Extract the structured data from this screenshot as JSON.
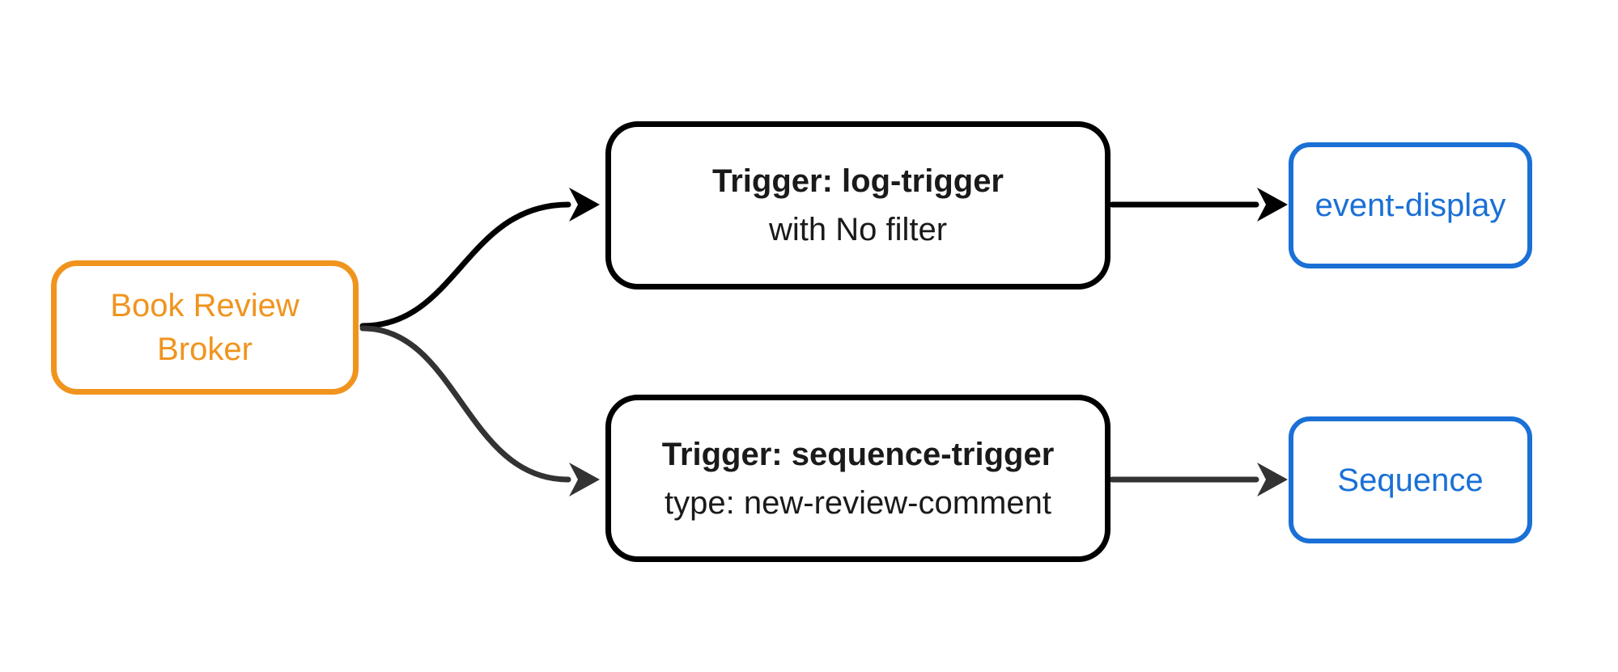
{
  "colors": {
    "orange": "#F0941E",
    "blue": "#1A70D6",
    "edge-black": "#000000",
    "edge-gray": "#333333",
    "node-text": "#1a1a1a",
    "background": "#ffffff"
  },
  "diagram": {
    "type": "flowchart",
    "direction": "left-to-right",
    "nodes": {
      "broker": {
        "line1": "Book Review",
        "line2": "Broker",
        "shape": "rounded-rect",
        "accent": "#F0941E"
      },
      "log_trigger": {
        "title": "Trigger: log-trigger",
        "subtitle": "with No filter",
        "shape": "rounded-rect",
        "accent": "#000000"
      },
      "sequence_trigger": {
        "title": "Trigger: sequence-trigger",
        "subtitle": "type: new-review-comment",
        "shape": "rounded-rect",
        "accent": "#000000"
      },
      "event_display": {
        "label": "event-display",
        "shape": "rounded-rect",
        "accent": "#1A70D6"
      },
      "sequence": {
        "label": "Sequence",
        "shape": "rounded-rect",
        "accent": "#1A70D6"
      }
    },
    "edges": [
      {
        "from": "Book Review Broker",
        "to": "Trigger: log-trigger",
        "style": "curved",
        "color": "#000000"
      },
      {
        "from": "Book Review Broker",
        "to": "Trigger: sequence-trigger",
        "style": "curved",
        "color": "#333333"
      },
      {
        "from": "Trigger: log-trigger",
        "to": "event-display",
        "style": "straight",
        "color": "#000000"
      },
      {
        "from": "Trigger: sequence-trigger",
        "to": "Sequence",
        "style": "straight",
        "color": "#333333"
      }
    ]
  }
}
